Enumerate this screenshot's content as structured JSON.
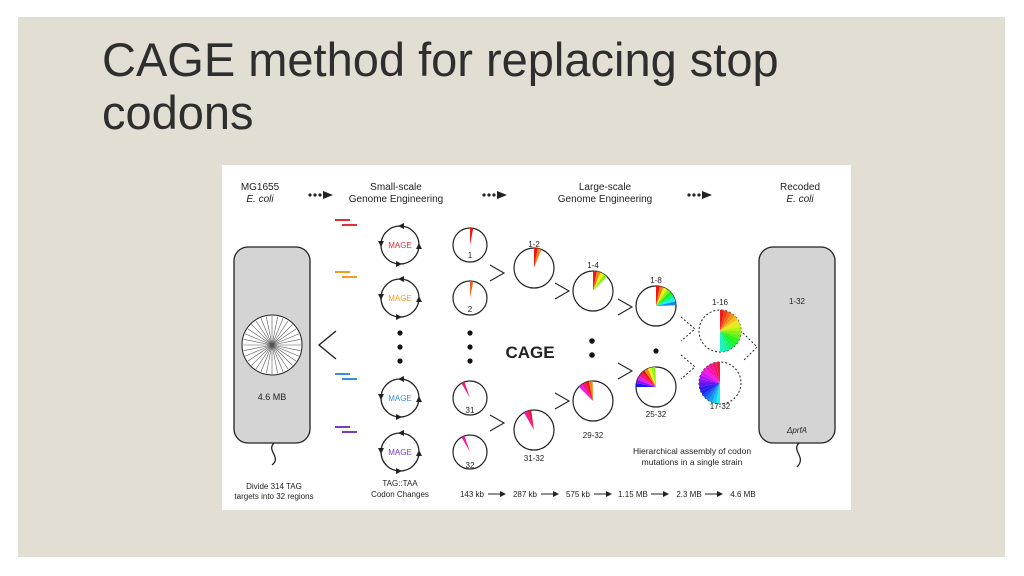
{
  "slide": {
    "title_line1": "CAGE method for replacing stop",
    "title_line2": "codons"
  },
  "figure": {
    "header": {
      "col1_line1": "MG1655",
      "col1_line2": "E. coli",
      "col2_line1": "Small-scale",
      "col2_line2": "Genome Engineering",
      "col3_line1": "Large-scale",
      "col3_line2": "Genome Engineering",
      "col4_line1": "Recoded",
      "col4_line2": "E. coli"
    },
    "genome_size": "4.6 MB",
    "left_caption_line1": "Divide 314 TAG",
    "left_caption_line2": "targets into 32 regions",
    "mage_label": "MAGE",
    "mage_colors": [
      "#e0303a",
      "#f0a020",
      "#3a8fd8",
      "#7a3cc0"
    ],
    "mage_caption_line1": "TAG::TAA",
    "mage_caption_line2": "Codon Changes",
    "cage_label": "CAGE",
    "pie_labels": {
      "p1": "1",
      "p2": "2",
      "p31": "31",
      "p32": "32",
      "p12": "1-2",
      "p14": "1-4",
      "p18": "1-8",
      "p116": "1-16",
      "p3132": "31-32",
      "p2932": "29-32",
      "p2532": "25-32",
      "p1732": "17-32",
      "p132": "1-32"
    },
    "recoded_label": "ΔprfA",
    "hier_caption_line1": "Hierarchical assembly of codon",
    "hier_caption_line2": "mutations in a single strain",
    "size_scale": [
      "143 kb",
      "287 kb",
      "575 kb",
      "1.15 MB",
      "2.3 MB",
      "4.6 MB"
    ]
  }
}
